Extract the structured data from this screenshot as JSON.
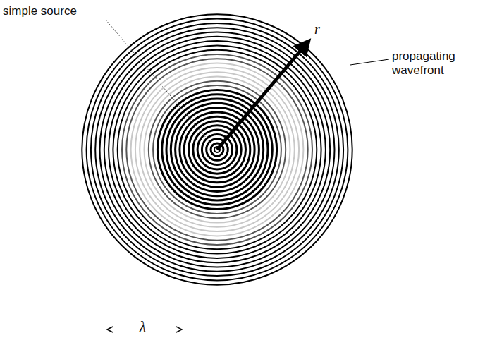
{
  "diagram": {
    "labels": [
      "simple source",
      "r",
      "propagating wavefront",
      "λ"
    ]
  }
}
